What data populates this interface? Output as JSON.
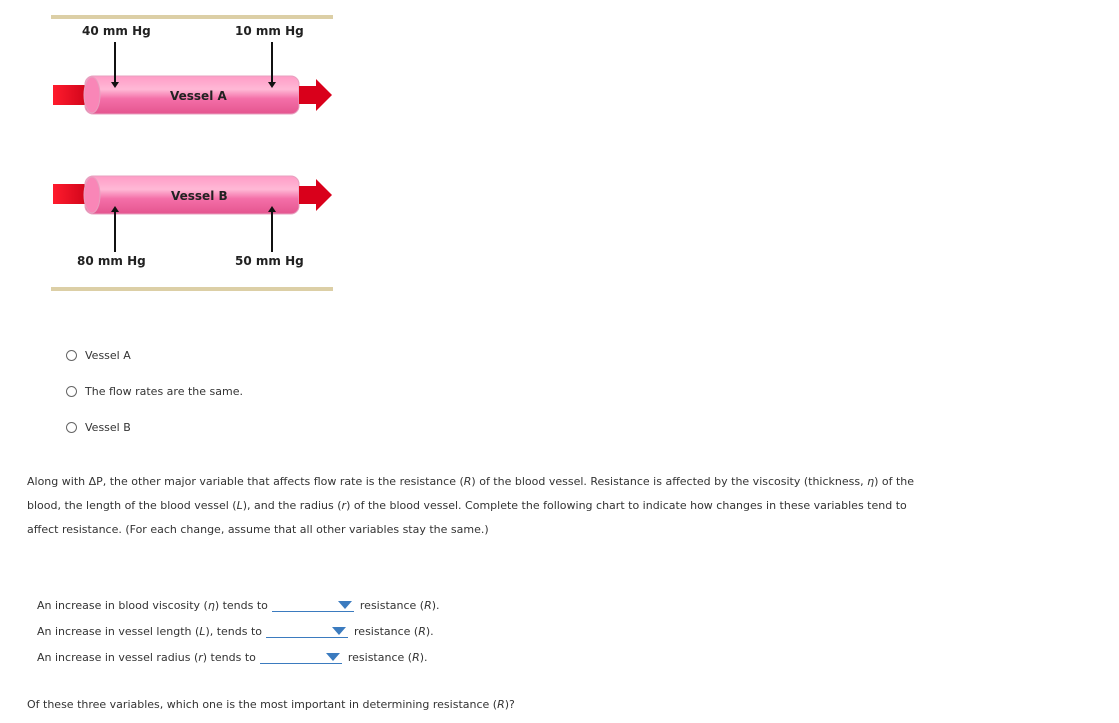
{
  "figure": {
    "vessel_a": {
      "label": "Vessel A",
      "pressure_left": "40 mm Hg",
      "pressure_right": "10 mm Hg"
    },
    "vessel_b": {
      "label": "Vessel B",
      "pressure_left": "80 mm Hg",
      "pressure_right": "50 mm Hg"
    },
    "colors": {
      "vessel_pink": "#f46fa8",
      "flow_red": "#d9001b",
      "border_tan": "#dccfa6"
    }
  },
  "options": [
    {
      "label": "Vessel A"
    },
    {
      "label": "The flow rates are the same."
    },
    {
      "label": "Vessel B"
    }
  ],
  "paragraph": {
    "t1": "Along with ΔP, the other major variable that affects flow rate is the resistance (",
    "R": "R",
    "t2": ") of the blood vessel. Resistance is affected by the viscosity (thickness, ",
    "eta": "η",
    "t3": ") of the blood, the length of the blood vessel (",
    "L": "L",
    "t4": "), and the radius (",
    "r": "r",
    "t5": ") of the blood vessel. Complete the following chart to indicate how changes in these variables tend to affect resistance. (For each change, assume that all other variables stay the same.)"
  },
  "chart_rows": [
    {
      "prefix": "An increase in blood viscosity (",
      "var": "η",
      "suffix": ") tends to",
      "after": "resistance (",
      "after_var": "R",
      "after_end": ")."
    },
    {
      "prefix": "An increase in vessel length (",
      "var": "L",
      "suffix": "), tends to",
      "after": "resistance (",
      "after_var": "R",
      "after_end": ")."
    },
    {
      "prefix": "An increase in vessel radius (",
      "var": "r",
      "suffix": ") tends to",
      "after": "resistance (",
      "after_var": "R",
      "after_end": ")."
    }
  ],
  "question": {
    "text": "Of these three variables, which one is the most important in determining resistance (",
    "var": "R",
    "end": ")?"
  }
}
